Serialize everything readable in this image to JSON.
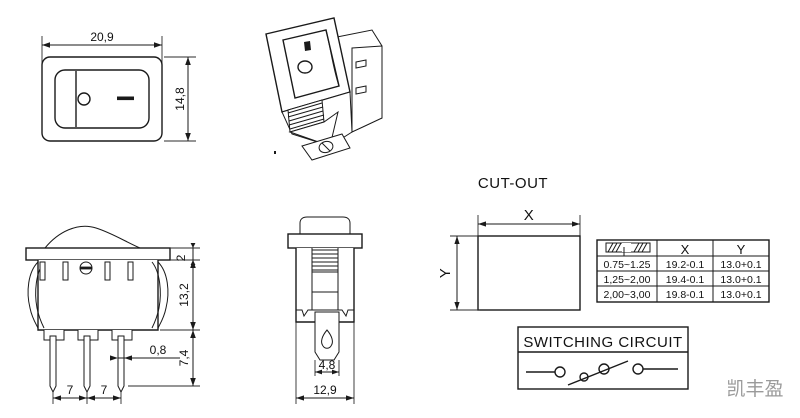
{
  "drawing": {
    "title_watermark": "凯丰盈",
    "background_color": "#ffffff",
    "line_color": "#1a1a1a"
  },
  "views": {
    "front_face": {
      "name": "front-face-view",
      "width_dimension": "20,9",
      "height_dimension": "14,8",
      "rocker_symbol_off": "O",
      "rocker_symbol_on": "—"
    },
    "isometric": {
      "name": "isometric-view"
    },
    "front_elevation": {
      "name": "front-elevation-view",
      "bezel_thickness": "2",
      "body_height": "13,2",
      "terminal_length": "7,4",
      "terminal_width": "0,8",
      "pin_pitch_1": "7",
      "pin_pitch_2": "7"
    },
    "side_elevation": {
      "name": "side-elevation-view",
      "terminal_width": "4,8",
      "body_depth": "12,9"
    }
  },
  "cutout": {
    "title": "CUT-OUT",
    "x_label": "X",
    "y_label": "Y"
  },
  "cutout_table": {
    "headers": [
      "",
      "X",
      "Y"
    ],
    "header_icon": "panel-thickness-icon",
    "rows": [
      {
        "thickness": "0.75~1.25",
        "x": "19.2-0.1",
        "y": "13.0+0.1"
      },
      {
        "thickness": "1,25~2,00",
        "x": "19.4-0.1",
        "y": "13.0+0.1"
      },
      {
        "thickness": "2,00~3,00",
        "x": "19.8-0.1",
        "y": "13.0+0.1"
      }
    ]
  },
  "switching_circuit": {
    "title": "SWITCHING CIRCUIT",
    "terminal_count": 3
  }
}
